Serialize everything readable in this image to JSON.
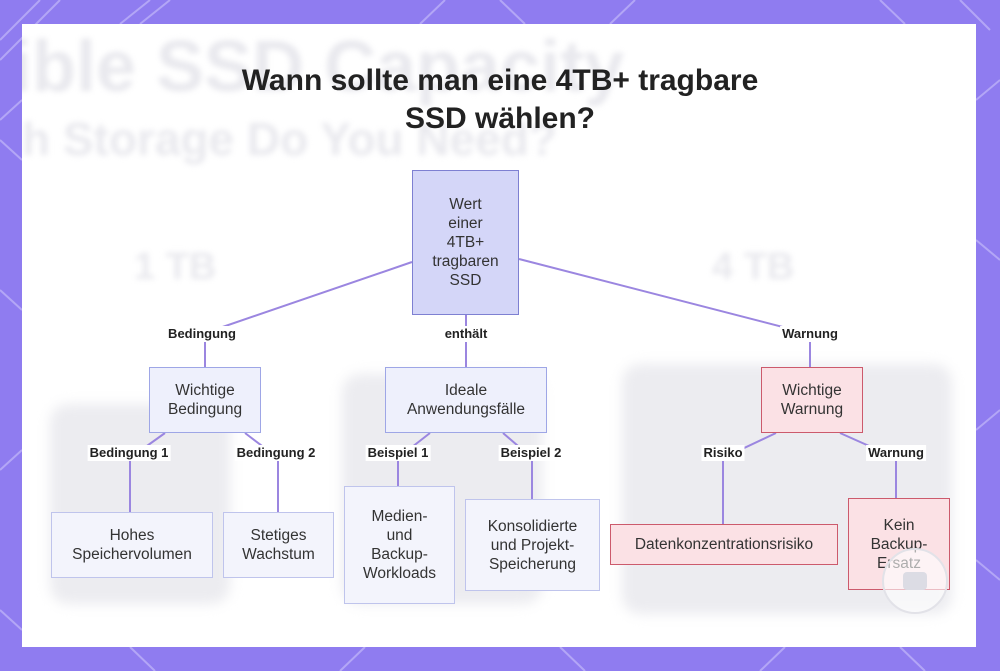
{
  "title_lines": [
    "Wann sollte man eine 4TB+ tragbare",
    "SSD wählen?"
  ],
  "nodes": {
    "root": [
      "Wert",
      "einer",
      "4TB+",
      "tragbaren",
      "SSD"
    ],
    "mid_condition": [
      "Wichtige",
      "Bedingung"
    ],
    "mid_usecases": [
      "Ideale",
      "Anwendungsfälle"
    ],
    "mid_warning": [
      "Wichtige",
      "Warnung"
    ],
    "leaf_storage": [
      "Hohes",
      "Speichervolumen"
    ],
    "leaf_growth": [
      "Stetiges",
      "Wachstum"
    ],
    "leaf_media": [
      "Medien-",
      "und",
      "Backup-",
      "Workloads"
    ],
    "leaf_consolidated": [
      "Konsolidierte",
      "und Projekt-",
      "Speicherung"
    ],
    "leaf_risk": [
      "Datenkonzentrationsrisiko"
    ],
    "leaf_backup": [
      "Kein",
      "Backup-",
      "Ersatz"
    ]
  },
  "edge_labels": {
    "root_condition": "Bedingung",
    "root_usecases": "enthält",
    "root_warning": "Warnung",
    "cond_1": "Bedingung 1",
    "cond_2": "Bedingung 2",
    "ex_1": "Beispiel 1",
    "ex_2": "Beispiel 2",
    "risk": "Risiko",
    "warn": "Warnung"
  },
  "colors": {
    "frame": "#8f7cf0",
    "edge": "#9b86e0",
    "root_fill": "#d4d6f8",
    "warning_fill": "#fbe1e5",
    "warning_border": "#cc5a6c"
  }
}
